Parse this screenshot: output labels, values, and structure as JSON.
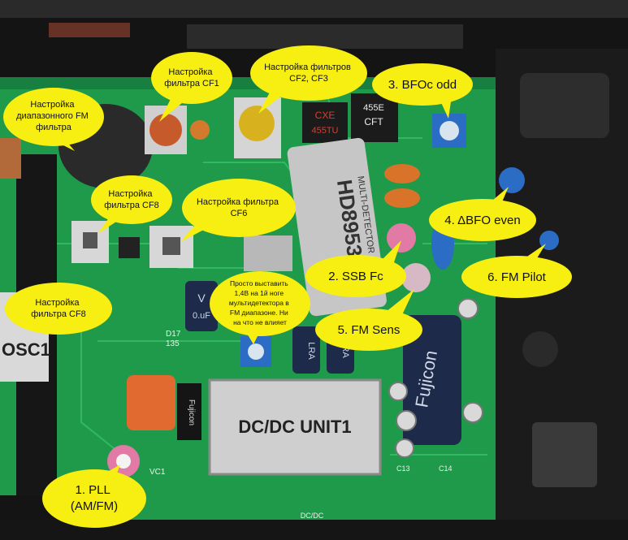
{
  "callouts": {
    "fm_range_filter": [
      "Настройка",
      "диапазонного FM",
      "фильтра"
    ],
    "cf1": [
      "Настройка",
      "фильтра CF1"
    ],
    "cf2_cf3": [
      "Настройка фильтров",
      "CF2, CF3"
    ],
    "bfo_odd": [
      "3. BFOc odd"
    ],
    "cf8_top": [
      "Настройка",
      "фильтра CF8"
    ],
    "cf6": [
      "Настройка фильтра",
      "CF6"
    ],
    "dbfo_even": [
      "4. ΔBFO even"
    ],
    "ssb_fc": [
      "2. SSB Fc"
    ],
    "fm_pilot": [
      "6. FM Pilot"
    ],
    "cf8_left": [
      "Настройка",
      "фильтра CF8"
    ],
    "md_voltage": [
      "Просто выставить",
      "1,4В на 1й ноге",
      "мультидетектора в",
      "FM диапазоне. Ни",
      "на что не влияет"
    ],
    "fm_sens": [
      "5. FM Sens"
    ],
    "pll": [
      "1. PLL",
      "(AM/FM)"
    ]
  },
  "pcb_labels": {
    "ic_main_line1": "HD8953S",
    "ic_main_line2": "MULTI-DETECTOR",
    "dcdc": "DC/DC UNIT1",
    "osc": "OSC1",
    "filter_cxe": "CXE",
    "filter_455tu": "455TU",
    "filter_455e": "455E",
    "filter_cft": "CFT",
    "fujicon_big": "Fujicon",
    "fujicon_small": "Fujicon",
    "cap_value": "0.uF",
    "cap_v": "V",
    "lra_1": "LRA",
    "lra_2": "LRA",
    "d17": "D17",
    "d17_val": "135",
    "vc1": "VC1",
    "c13": "C13",
    "c14": "C14",
    "dcdc_bottom": "DC/DC"
  },
  "colors": {
    "bubble": "#f7ee12",
    "pcb": "#1f9a4a",
    "pcb_dark": "#0c6a30",
    "frame": "#151515"
  }
}
